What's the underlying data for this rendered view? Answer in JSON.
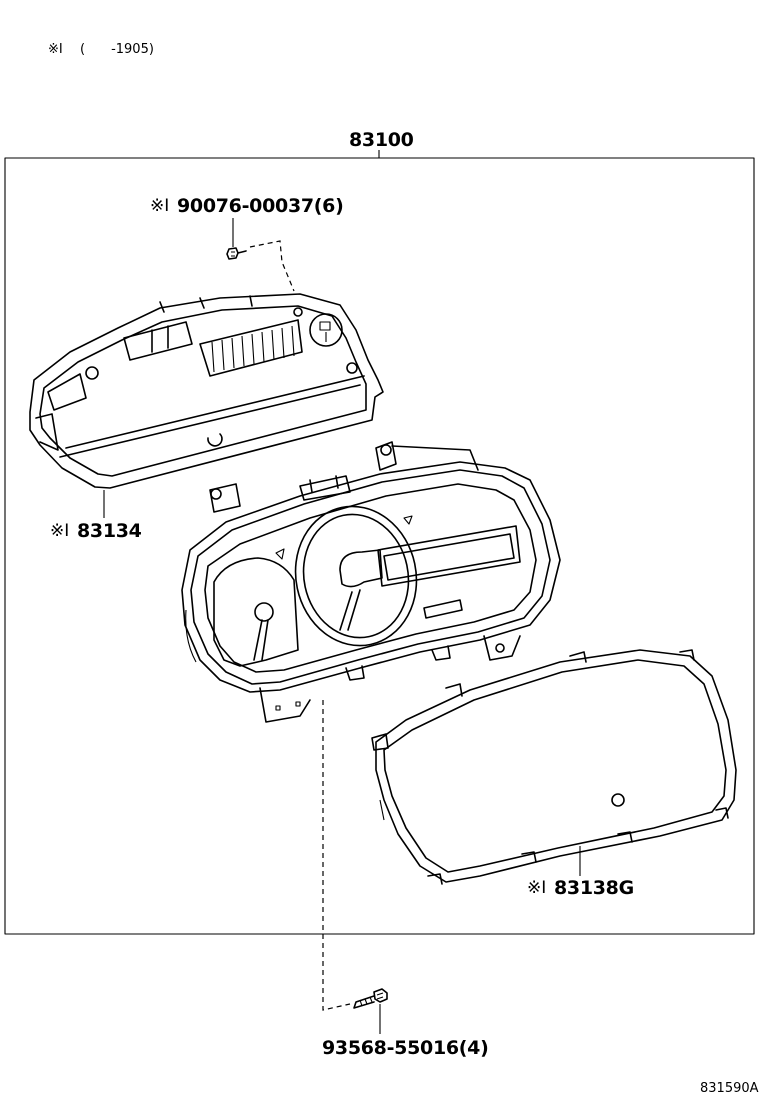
{
  "header": {
    "note_mark": "※I",
    "note_range": "(　　-1905)"
  },
  "assembly": {
    "part_number": "83100"
  },
  "parts": [
    {
      "id": "screw-top",
      "mark": "※I",
      "part_number": "90076-00037(6)"
    },
    {
      "id": "rear-case",
      "mark": "※I",
      "part_number": "83134"
    },
    {
      "id": "glass",
      "mark": "※I",
      "part_number": "83138G"
    },
    {
      "id": "screw-bottom",
      "mark": "",
      "part_number": "93568-55016(4)"
    }
  ],
  "footer": {
    "diagram_code": "831590A"
  }
}
